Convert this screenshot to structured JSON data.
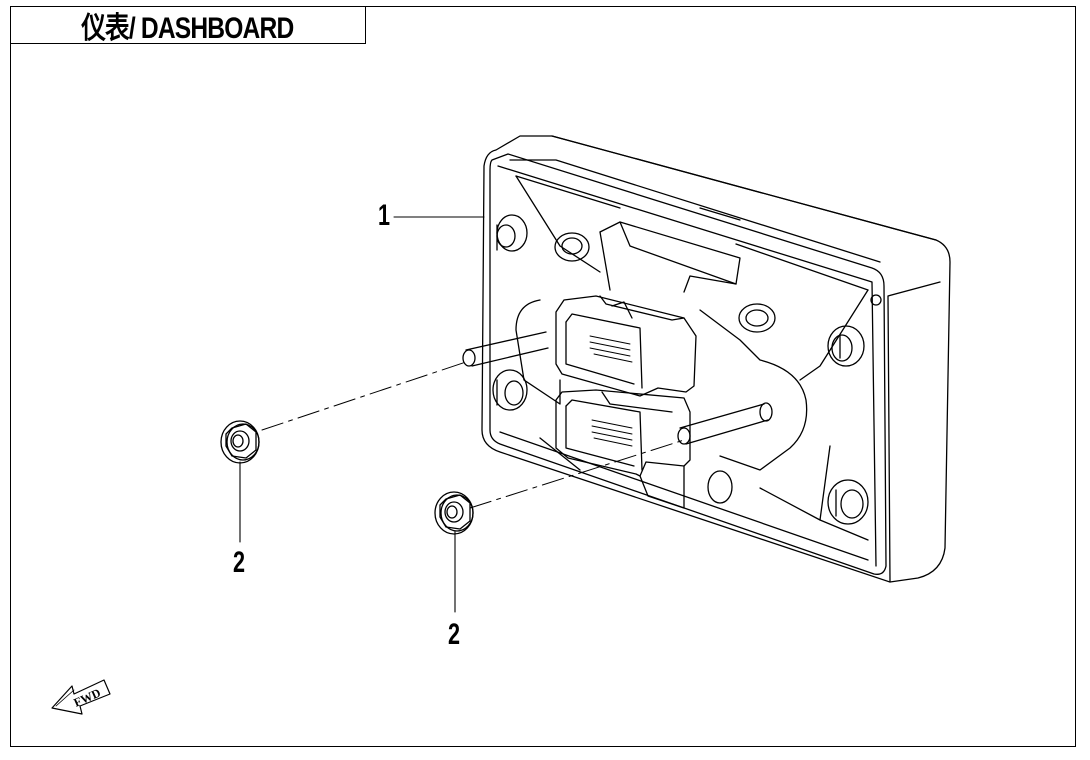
{
  "title": "仪表/ DASHBOARD",
  "callouts": {
    "dashboard": "1",
    "nut_left": "2",
    "nut_right": "2"
  },
  "fwd_label": "FWD"
}
